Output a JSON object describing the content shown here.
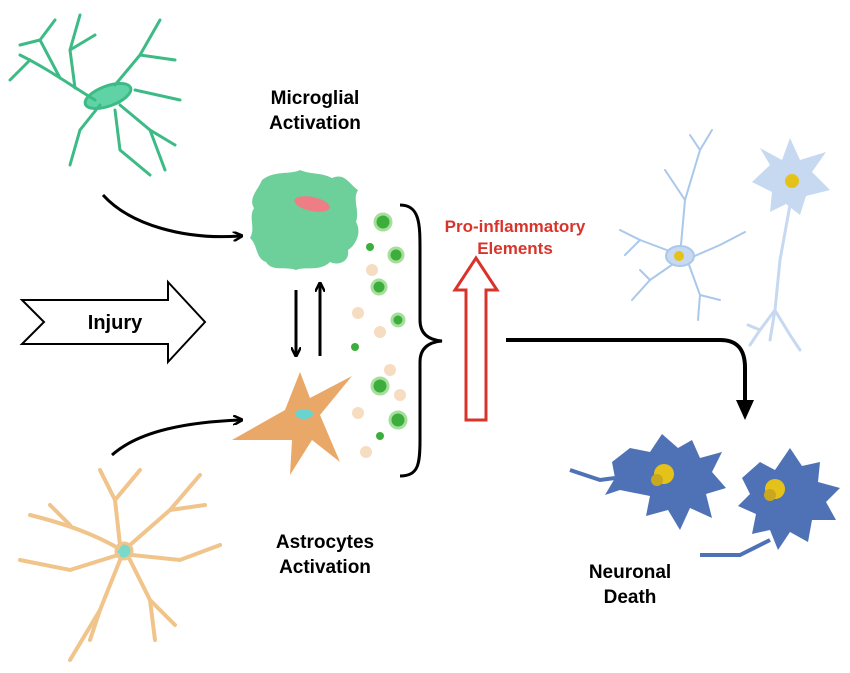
{
  "labels": {
    "microglia": [
      "Microglial",
      "Activation"
    ],
    "astrocytes": [
      "Astrocytes",
      "Activation"
    ],
    "proinflammatory": [
      "Pro-inflammatory",
      "Elements"
    ],
    "neuronal_death": [
      "Neuronal",
      "Death"
    ],
    "injury": "Injury"
  },
  "colors": {
    "microglia": "#6dcf99",
    "microglia_dark": "#3dbb86",
    "astrocyte": "#f0c48a",
    "astrocyte_active": "#e9a867",
    "neuron_light": "#a9c8ea",
    "neuron_dead": "#4f72b6",
    "nucleus_yellow": "#e5c21a",
    "red": "#d9342b",
    "green_particle": "#3dae3c",
    "tan_particle": "#f6dcc0"
  }
}
